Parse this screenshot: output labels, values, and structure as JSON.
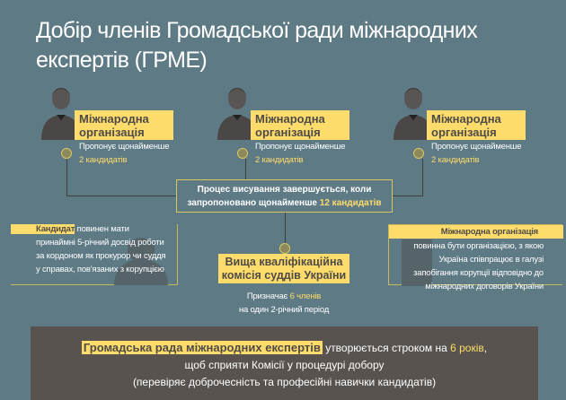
{
  "title": "Добір членів Громадської ради міжнародних експертів (ГРМЕ)",
  "organizations": [
    {
      "label": "Міжнародна організація",
      "text": "Пропонує щонайменше",
      "highlight": "2 кандидатів"
    },
    {
      "label": "Міжнародна організація",
      "text": "Пропонує щонайменше",
      "highlight": "2 кандидатів"
    },
    {
      "label": "Міжнародна організація",
      "text": "Пропонує щонайменше",
      "highlight": "2 кандидатів"
    }
  ],
  "process": {
    "line1": "Процес висування завершується, коли",
    "line2": "запропоновано щонайменше",
    "highlight": "12 кандидатів"
  },
  "candidate": {
    "label": "Кандидат",
    "text": "повинен мати принаймні 5-річний досвід роботи за кордоном як прокурор чи суддя у справах, пов'язаних з корупцією"
  },
  "org_requirement": {
    "label": "Міжнародна організація",
    "text": "повинна бути організацією, з якою Україна співпрацює в галузі запобігання корупції відповідно до міжнародних договорів України"
  },
  "commission": {
    "label": "Вища кваліфікаційна комісія суддів України",
    "text1": "Призначає",
    "highlight": "6 членів",
    "text2": "на один 2-річний період"
  },
  "footer": {
    "label": "Громадська рада міжнародних експертів",
    "text1": "утворюється строком на",
    "highlight": "6 років",
    "text1_end": ",",
    "line2": "щоб сприяти Комісії у процедурі добору",
    "line3": "(перевіряє доброчесність та професійні навички кандидатів)"
  }
}
